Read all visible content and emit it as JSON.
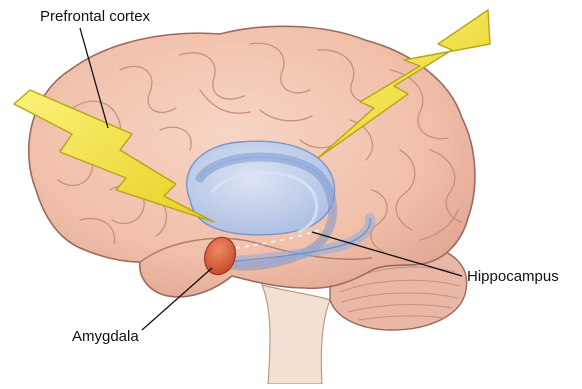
{
  "labels": {
    "prefrontal_cortex": "Prefrontal cortex",
    "hippocampus": "Hippocampus",
    "amygdala": "Amygdala"
  },
  "colors": {
    "brain_fill": "#f3c6b2",
    "brain_stroke": "#9a6a5e",
    "gyri_stroke": "#c98f80",
    "hippocampus_fill": "#b7cdee",
    "hippocampus_stroke": "#6f8fc8",
    "amygdala_fill": "#d9603c",
    "bolt_fill": "#f6ea4a",
    "bolt_stroke": "#b8a418",
    "cerebellum_fill": "#e9b7a6",
    "brainstem_fill": "#f4e0d2"
  },
  "icons": {
    "bolt_left": "lightning-bolt-icon",
    "bolt_right": "lightning-bolt-icon"
  }
}
